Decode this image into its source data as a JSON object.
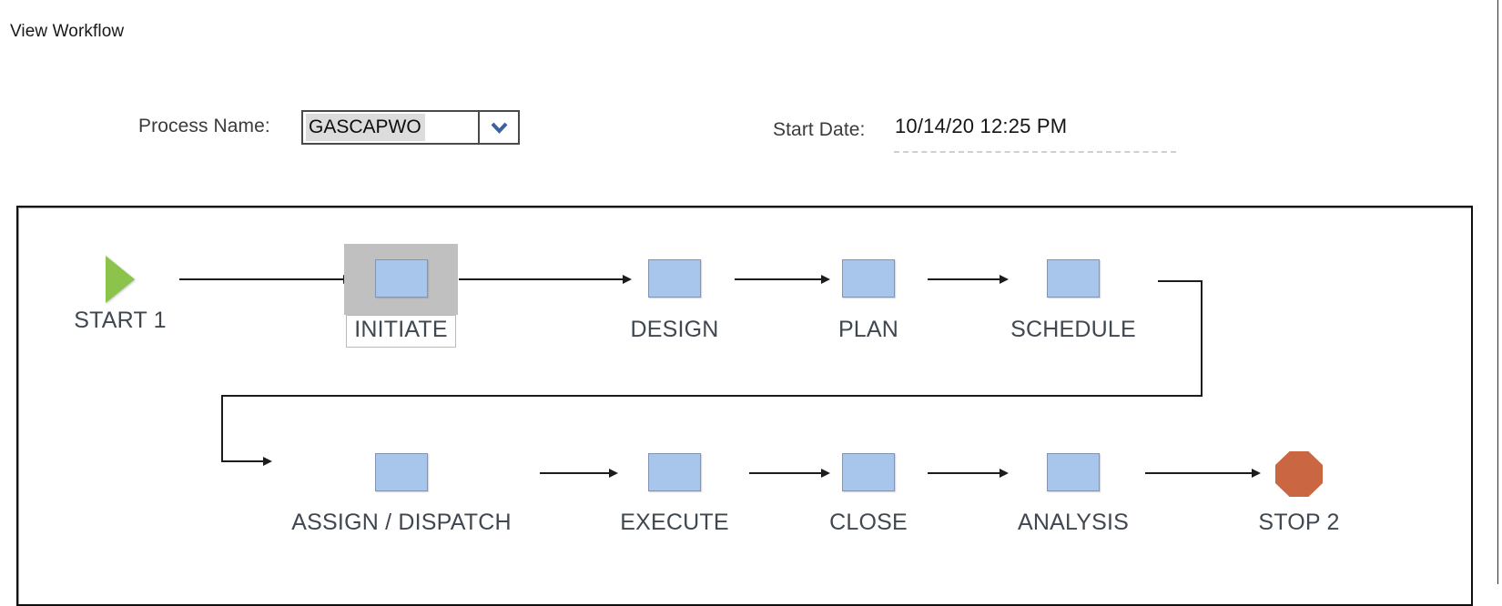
{
  "page": {
    "title": "View Workflow"
  },
  "form": {
    "process_name": {
      "label": "Process Name:",
      "value": "GASCAPWO",
      "icon": "chevron-down-icon"
    },
    "start_date": {
      "label": "Start Date:",
      "value": "10/14/20 12:25 PM"
    }
  },
  "diagram": {
    "type": "workflow",
    "selected_node": "INITIATE",
    "colors": {
      "node_fill": "#a8c6eb",
      "node_border": "#8494b5",
      "start_fill": "#8cc34a",
      "stop_fill": "#cb6642",
      "selection_fill": "#c0c0c0",
      "connector": "#1c1c1c",
      "label_text": "#3f4750"
    },
    "nodes": [
      {
        "id": "start1",
        "label": "START 1",
        "shape": "start-triangle"
      },
      {
        "id": "initiate",
        "label": "INITIATE",
        "shape": "box",
        "selected": true
      },
      {
        "id": "design",
        "label": "DESIGN",
        "shape": "box"
      },
      {
        "id": "plan",
        "label": "PLAN",
        "shape": "box"
      },
      {
        "id": "schedule",
        "label": "SCHEDULE",
        "shape": "box"
      },
      {
        "id": "assign",
        "label": "ASSIGN / DISPATCH",
        "shape": "box"
      },
      {
        "id": "execute",
        "label": "EXECUTE",
        "shape": "box"
      },
      {
        "id": "close",
        "label": "CLOSE",
        "shape": "box"
      },
      {
        "id": "analysis",
        "label": "ANALYSIS",
        "shape": "box"
      },
      {
        "id": "stop2",
        "label": "STOP 2",
        "shape": "stop-octagon"
      }
    ],
    "edges": [
      {
        "from": "start1",
        "to": "initiate"
      },
      {
        "from": "initiate",
        "to": "design"
      },
      {
        "from": "design",
        "to": "plan"
      },
      {
        "from": "plan",
        "to": "schedule"
      },
      {
        "from": "schedule",
        "to": "assign",
        "routing": "elbow"
      },
      {
        "from": "assign",
        "to": "execute"
      },
      {
        "from": "execute",
        "to": "close"
      },
      {
        "from": "close",
        "to": "analysis"
      },
      {
        "from": "analysis",
        "to": "stop2"
      }
    ]
  }
}
